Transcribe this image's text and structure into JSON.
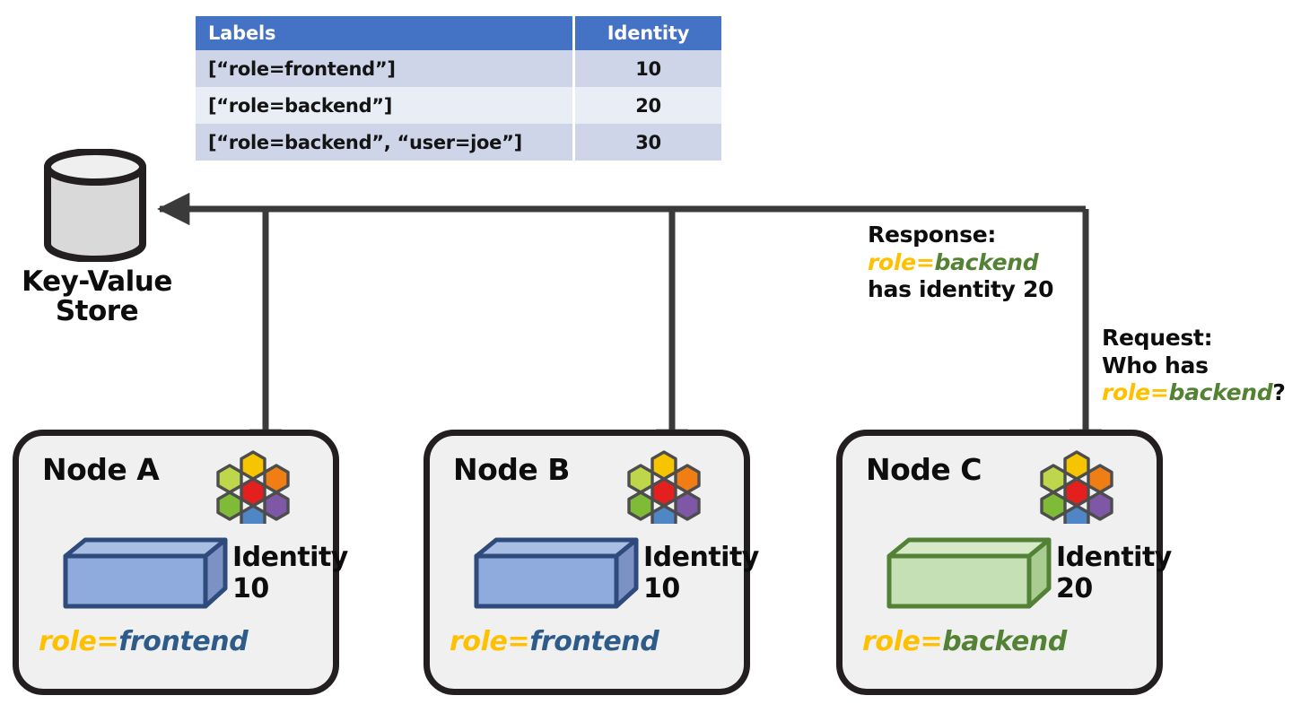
{
  "title": "Cilium identity allocation via key-value store",
  "colors": {
    "table_header_bg": "#4472C4",
    "table_row_odd_bg": "#CFD5E9",
    "table_row_even_bg": "#E9EDF5",
    "node_border": "#231F20",
    "node_bg": "#F0F0F0",
    "wire": "#3A3A3A",
    "label_key_yellow": "#FFC000",
    "label_value_blue": "#2E5C8A",
    "label_value_green": "#548235",
    "endpoint_blue_front": "#8FAADC",
    "endpoint_blue_top": "#A8BEE3",
    "endpoint_blue_side": "#7C92C4",
    "endpoint_blue_stroke": "#2E4B7C",
    "endpoint_green_front": "#C5E0B4",
    "endpoint_green_top": "#D6EAC8",
    "endpoint_green_side": "#A9CC91",
    "endpoint_green_stroke": "#538135",
    "cylinder_fill": "#D9D9D9",
    "cylinder_top": "#EDEDED",
    "cylinder_stroke": "#231F20"
  },
  "table": {
    "headers": [
      "Labels",
      "Identity"
    ],
    "rows": [
      {
        "labels": "[“role=frontend”]",
        "identity": "10"
      },
      {
        "labels": "[“role=backend”]",
        "identity": "20"
      },
      {
        "labels": "[“role=backend”, “user=joe”]",
        "identity": "30"
      }
    ]
  },
  "kv_store": {
    "icon": "cylinder-database-icon",
    "label_line1": "Key-Value",
    "label_line2": "Store"
  },
  "annotations": {
    "response": {
      "line1": "Response:",
      "key": "role",
      "eq": "=",
      "value": "backend",
      "line3": "has identity 20"
    },
    "request": {
      "line1": "Request:",
      "line2": "Who has",
      "key": "role",
      "eq": "=",
      "value": "backend",
      "suffix": "?"
    }
  },
  "nodes": [
    {
      "id": "node-a",
      "title": "Node A",
      "logo": "cilium-hex-logo-icon",
      "endpoint_icon": "endpoint-3d-box-icon",
      "endpoint_color": "blue",
      "identity_label": "Identity",
      "identity_value": "10",
      "label_key": "role",
      "label_eq": "=",
      "label_value": "frontend",
      "label_value_color": "blue"
    },
    {
      "id": "node-b",
      "title": "Node B",
      "logo": "cilium-hex-logo-icon",
      "endpoint_icon": "endpoint-3d-box-icon",
      "endpoint_color": "blue",
      "identity_label": "Identity",
      "identity_value": "10",
      "label_key": "role",
      "label_eq": "=",
      "label_value": "frontend",
      "label_value_color": "blue"
    },
    {
      "id": "node-c",
      "title": "Node C",
      "logo": "cilium-hex-logo-icon",
      "endpoint_icon": "endpoint-3d-box-icon",
      "endpoint_color": "green",
      "identity_label": "Identity",
      "identity_value": "20",
      "label_key": "role",
      "label_eq": "=",
      "label_value": "backend",
      "label_value_color": "green"
    }
  ],
  "hex_logo_colors": {
    "top_center": "#F7C400",
    "top_left": "#BDD64A",
    "top_right": "#F07E15",
    "center": "#E3201E",
    "bottom_left": "#7FBB36",
    "bottom_right": "#7E57A6",
    "bottom_center": "#4F86C6",
    "outline": "#4D4D4D"
  }
}
